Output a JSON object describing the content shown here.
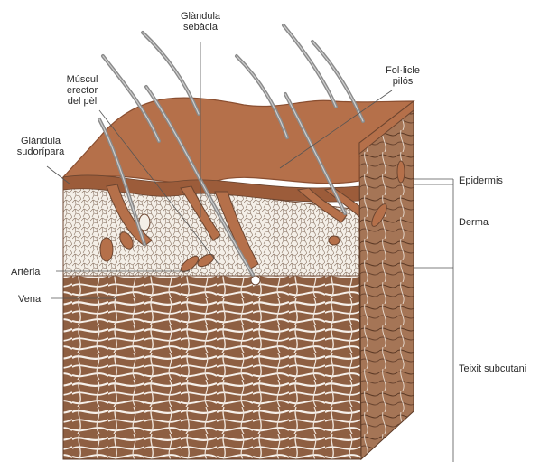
{
  "labels": {
    "sebaceous_gland": [
      "Glàndula",
      "sebàcia"
    ],
    "arrector_muscle": [
      "Múscul",
      "erector",
      "del pèl"
    ],
    "sweat_gland": [
      "Glàndula",
      "sudorípara"
    ],
    "hair_follicle": [
      "Fol·licle",
      "pilós"
    ],
    "artery": "Artèria",
    "vein": "Vena",
    "epidermis": "Epidermis",
    "dermis": "Derma",
    "subcutaneous": "Teixit subcutani"
  },
  "colors": {
    "epidermis": "#b5704a",
    "epidermis_dark": "#8a4e30",
    "dermis_bg": "#f4efe8",
    "fiber": "#ffffff",
    "tissue_bg": "#9a6a4a",
    "tissue_dark": "#5c3a26",
    "hair": "#8a8a8a",
    "leader": "#555555"
  }
}
